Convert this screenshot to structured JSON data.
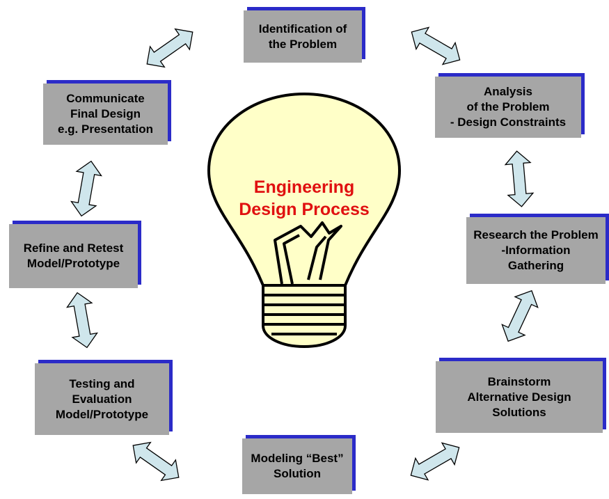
{
  "center": {
    "title": "Engineering\nDesign Process"
  },
  "steps": [
    {
      "id": "identification",
      "label": "Identification of\nthe Problem"
    },
    {
      "id": "analysis",
      "label": "Analysis\nof the Problem\n- Design Constraints"
    },
    {
      "id": "research",
      "label": "Research the Problem\n-Information\nGathering"
    },
    {
      "id": "brainstorm",
      "label": "Brainstorm\nAlternative Design\nSolutions"
    },
    {
      "id": "modeling",
      "label": "Modeling “Best”\nSolution"
    },
    {
      "id": "testing",
      "label": "Testing and\nEvaluation\nModel/Prototype"
    },
    {
      "id": "refine",
      "label": "Refine and Retest\nModel/Prototype"
    },
    {
      "id": "communicate",
      "label": "Communicate\nFinal Design\ne.g. Presentation"
    }
  ],
  "colors": {
    "box_fill": "#a6a6a6",
    "box_shadow": "#2b2bc8",
    "arrow_fill": "#cfe6ec",
    "bulb_fill": "#ffffc8",
    "title_color": "#e01010"
  },
  "icons": {
    "bulb": "light-bulb-icon",
    "arrows": "double-arrow-icon"
  }
}
